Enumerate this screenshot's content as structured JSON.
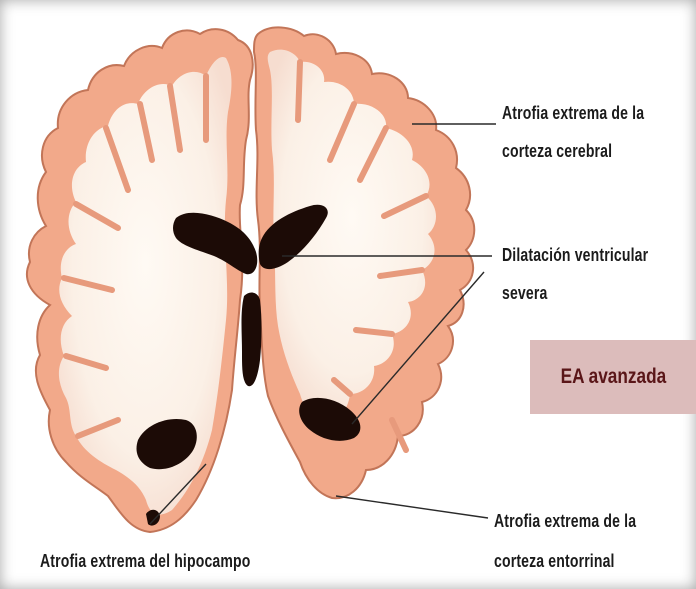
{
  "labels": {
    "cortex_line1": "Atrofia extrema de la",
    "cortex_line2": "corteza cerebral",
    "ventricle_line1": "Dilatación ventricular",
    "ventricle_line2": "severa",
    "hippocampus": "Atrofia extrema del hipocampo",
    "entorhinal_line1": "Atrofia extrema de la",
    "entorhinal_line2": "corteza entorrinal"
  },
  "badge": {
    "text": "EA avanzada",
    "background": "#dcbcbb",
    "text_color": "#5a1618"
  },
  "colors": {
    "cortex": "#f2a98a",
    "cortex_edge": "#c97a5e",
    "white_matter": "#fbf3ec",
    "ventricle": "#1c0b06",
    "leader_line": "#2a2a2a"
  },
  "icons": {
    "figure": "coronal-brain-section"
  }
}
